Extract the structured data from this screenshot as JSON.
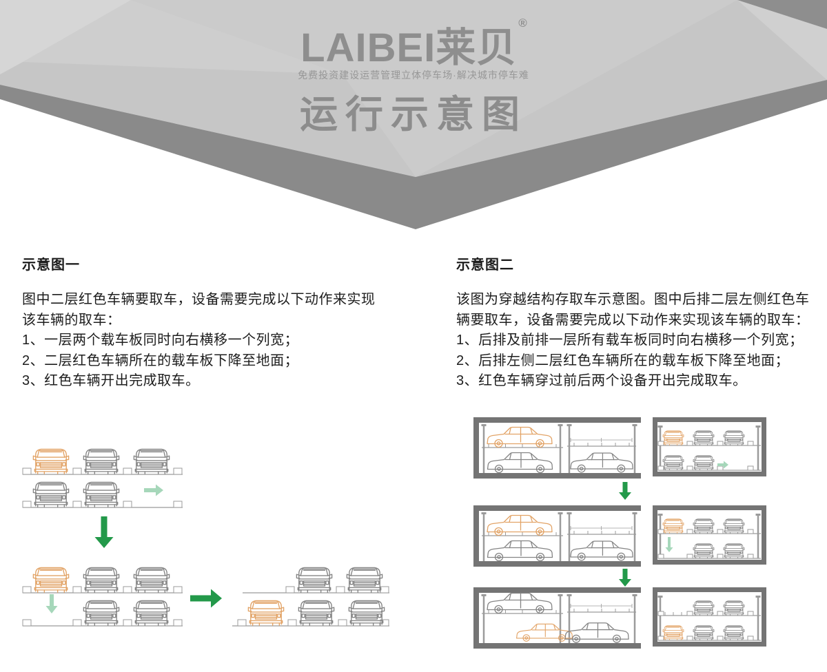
{
  "header": {
    "logo_text": "LAIBEI莱贝",
    "registered_mark": "®",
    "tagline": "免费投资建设运营管理立体停车场·解决城市停车难",
    "title": "运行示意图"
  },
  "sections": {
    "one": {
      "heading": "示意图一",
      "lines": [
        "图中二层红色车辆要取车，设备需要完成以下动作来实现",
        "该车辆的取车：",
        "1、一层两个载车板同时向右横移一个列宽；",
        "2、二层红色车辆所在的载车板下降至地面；",
        "3、红色车辆开出完成取车。"
      ]
    },
    "two": {
      "heading": "示意图二",
      "lines": [
        "该图为穿越结构存取车示意图。图中后排二层左侧红色车",
        "辆要取车，设备需要完成以下动作来实现该车辆的取车：",
        "1、后排及前排一层所有载车板同时向右横移一个列宽；",
        "2、后排左侧二层红色车辆所在的载车板下降至地面；",
        "3、红色车辆穿过前后两个设备开出完成取车。"
      ]
    }
  },
  "colors": {
    "banner_face": "#c6c6c6",
    "banner_facet_light": "#d6d6d6",
    "banner_facet_mid": "#cecece",
    "banner_facet_center": "#cbcbcb",
    "banner_edge": "#8a8a8a",
    "header_text": "#8e8e8e",
    "body_text": "#1d1d1d",
    "car_gray": "#848484",
    "car_red": "#e2a366",
    "arrow_green": "#23994a",
    "arrow_light_green": "#a6d7ba",
    "frame_gray": "#747474",
    "line_gray": "#9b9b9b"
  },
  "diagram_one": {
    "scenes": [
      {
        "name": "state-1-initial",
        "top": [
          "red",
          "gray",
          "gray"
        ],
        "bottom": [
          "gray",
          "gray",
          "arrow-right"
        ]
      },
      {
        "name": "state-2-platforms-shifted",
        "top": [
          "red",
          "gray",
          "gray"
        ],
        "bottom": [
          "arrow-down",
          "gray",
          "gray"
        ]
      },
      {
        "name": "state-3-red-car-descended",
        "top": [
          "empty",
          "gray",
          "gray"
        ],
        "bottom": [
          "red",
          "gray",
          "gray"
        ]
      }
    ],
    "transition_arrows": [
      "down",
      "right"
    ]
  },
  "diagram_two": {
    "rows": [
      {
        "name": "state-1-initial",
        "side_top": [
          "red",
          "empty"
        ],
        "side_bottom": [
          "gray",
          "gray"
        ],
        "front_top": [
          "red",
          "gray",
          "gray"
        ],
        "front_bottom": [
          "gray",
          "gray",
          "arrow-right"
        ]
      },
      {
        "name": "state-2-platforms-shifted",
        "side_top": [
          "red",
          "empty"
        ],
        "side_bottom": [
          "gray",
          "gray"
        ],
        "front_top": [
          "red",
          "gray",
          "gray"
        ],
        "front_bottom": [
          "arrow-down",
          "gray",
          "gray"
        ]
      },
      {
        "name": "state-3-red-car-descended",
        "side_top": [
          "gray",
          "empty"
        ],
        "side_bottom": [
          "red-passing",
          "gray"
        ],
        "front_top": [
          "empty",
          "gray",
          "gray"
        ],
        "front_bottom": [
          "red",
          "gray",
          "gray"
        ]
      }
    ],
    "transition_arrows": [
      "down",
      "down"
    ]
  }
}
